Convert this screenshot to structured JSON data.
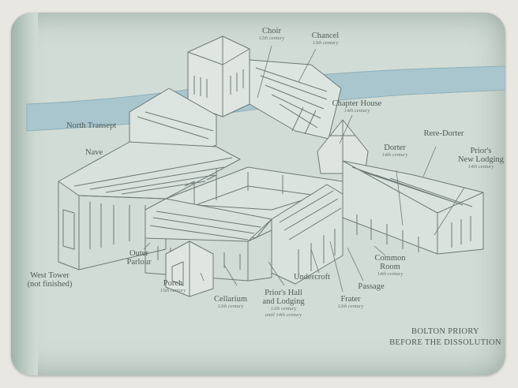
{
  "sign": {
    "title_line1": "BOLTON PRIORY",
    "title_line2": "BEFORE THE DISSOLUTION",
    "river_color": "#a9c6cf",
    "ink_color": "#6d7976",
    "board_color": "#d2dcd6"
  },
  "labels": {
    "choir": {
      "name": "Choir",
      "date": "12th century"
    },
    "chancel": {
      "name": "Chancel",
      "date": "13th century"
    },
    "north_transept": {
      "name": "North Transept"
    },
    "nave": {
      "name": "Nave"
    },
    "chapter_house": {
      "name": "Chapter House",
      "date": "14th century"
    },
    "rere_dorter": {
      "name": "Rere-Dorter"
    },
    "dorter": {
      "name": "Dorter",
      "date": "14th century"
    },
    "priors_new_lodging": {
      "name_line1": "Prior's",
      "name_line2": "New Lodging",
      "date": "14th century"
    },
    "west_tower": {
      "name_line1": "West Tower",
      "name_line2": "(not finished)"
    },
    "outer_parlour": {
      "name_line1": "Outer",
      "name_line2": "Parlour"
    },
    "porch": {
      "name": "Porch",
      "date": "15th century"
    },
    "cellarium": {
      "name": "Cellarium",
      "date": "12th century"
    },
    "priors_hall": {
      "name_line1": "Prior's Hall",
      "name_line2": "and Lodging",
      "date_line1": "12th century",
      "date_line2": "until 14th century"
    },
    "undercroft": {
      "name": "Undercroft"
    },
    "frater": {
      "name": "Frater",
      "date": "12th century"
    },
    "passage": {
      "name": "Passage"
    },
    "common_room": {
      "name_line1": "Common",
      "name_line2": "Room",
      "date": "14th century"
    }
  }
}
